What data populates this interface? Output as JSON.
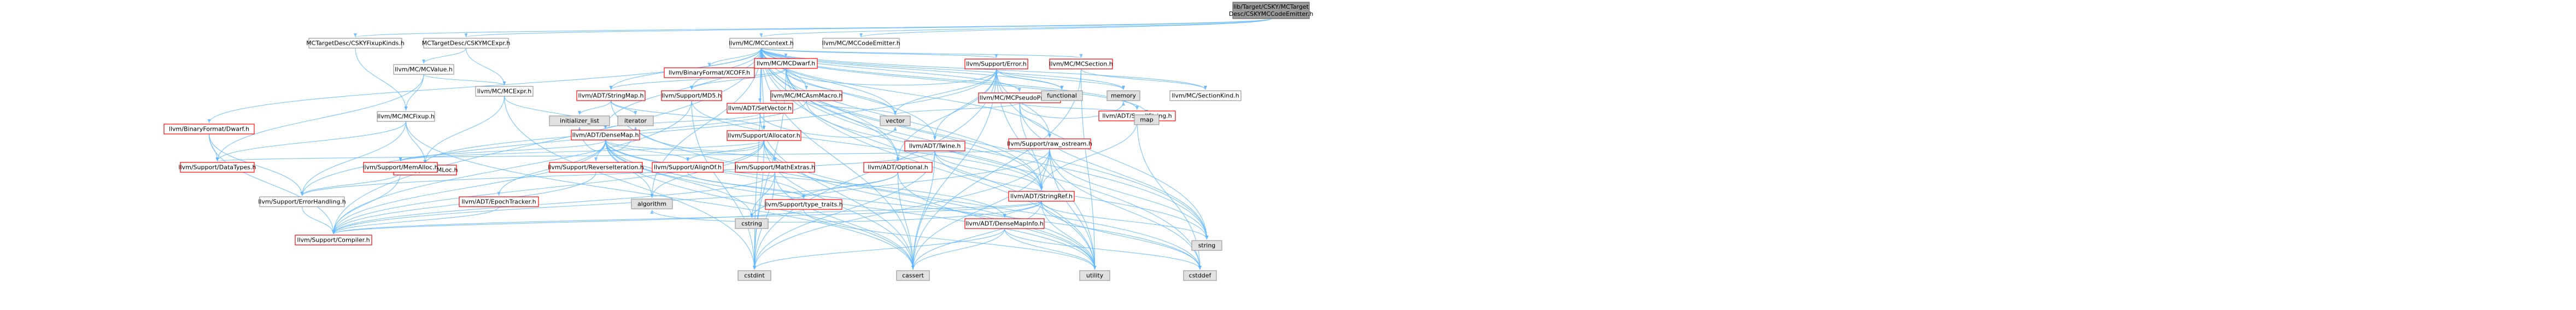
{
  "colors": {
    "root_fill": "#999999",
    "root_stroke": "#666666",
    "node_fill": "#ffffff",
    "node_stroke": "#999999",
    "trunc_stroke": "#ff0000",
    "sys_fill": "#e0e0e0",
    "edge": "#63b8ff",
    "text": "#000000",
    "red_text": "#ff0000"
  },
  "nodes": [
    {
      "id": "root",
      "kind": "root",
      "lines": [
        "lib/Target/CSKY/MCTarget",
        "Desc/CSKYMCCodeEmitter.h"
      ]
    },
    {
      "id": "fixupkinds",
      "kind": "normal",
      "lines": [
        "MCTargetDesc/CSKYFixupKinds.h"
      ]
    },
    {
      "id": "csky_mcexpr",
      "kind": "normal",
      "lines": [
        "MCTargetDesc/CSKYMCExpr.h"
      ]
    },
    {
      "id": "mccontext",
      "kind": "normal",
      "lines": [
        "llvm/MC/MCContext.h"
      ]
    },
    {
      "id": "mccodeemitter",
      "kind": "normal",
      "lines": [
        "llvm/MC/MCCodeEmitter.h"
      ]
    },
    {
      "id": "mcvalue",
      "kind": "normal",
      "lines": [
        "llvm/MC/MCValue.h"
      ]
    },
    {
      "id": "mcexpr",
      "kind": "normal",
      "lines": [
        "llvm/MC/MCExpr.h"
      ]
    },
    {
      "id": "mcfixup",
      "kind": "normal",
      "lines": [
        "llvm/MC/MCFixup.h"
      ]
    },
    {
      "id": "binformat_dwarf",
      "kind": "trunc",
      "lines": [
        "llvm/BinaryFormat/Dwarf.h"
      ]
    },
    {
      "id": "binformat_xcoff",
      "kind": "trunc",
      "lines": [
        "llvm/BinaryFormat/XCOFF.h"
      ]
    },
    {
      "id": "mcdwarf",
      "kind": "trunc",
      "lines": [
        "llvm/MC/MCDwarf.h"
      ]
    },
    {
      "id": "mcasmmacro",
      "kind": "trunc",
      "lines": [
        "llvm/MC/MCAsmMacro.h"
      ]
    },
    {
      "id": "mcpseudoprobe",
      "kind": "trunc",
      "lines": [
        "llvm/MC/MCPseudoProbe.h"
      ]
    },
    {
      "id": "mcsection",
      "kind": "trunc",
      "lines": [
        "llvm/MC/MCSection.h"
      ]
    },
    {
      "id": "sectionkind",
      "kind": "normal",
      "lines": [
        "llvm/MC/SectionKind.h"
      ]
    },
    {
      "id": "stringmap",
      "kind": "trunc",
      "lines": [
        "llvm/ADT/StringMap.h"
      ]
    },
    {
      "id": "setvector",
      "kind": "trunc",
      "lines": [
        "llvm/ADT/SetVector.h"
      ]
    },
    {
      "id": "md5",
      "kind": "trunc",
      "lines": [
        "llvm/Support/MD5.h"
      ]
    },
    {
      "id": "error",
      "kind": "trunc",
      "lines": [
        "llvm/Support/Error.h"
      ]
    },
    {
      "id": "smallstring",
      "kind": "trunc",
      "lines": [
        "llvm/ADT/SmallString.h"
      ]
    },
    {
      "id": "densemap",
      "kind": "trunc",
      "lines": [
        "llvm/ADT/DenseMap.h"
      ]
    },
    {
      "id": "allocator",
      "kind": "trunc",
      "lines": [
        "llvm/Support/Allocator.h"
      ]
    },
    {
      "id": "twine",
      "kind": "trunc",
      "lines": [
        "llvm/ADT/Twine.h"
      ]
    },
    {
      "id": "raw_ostream",
      "kind": "trunc",
      "lines": [
        "llvm/Support/raw_ostream.h"
      ]
    },
    {
      "id": "datatypes",
      "kind": "trunc",
      "lines": [
        "llvm/Support/DataTypes.h"
      ]
    },
    {
      "id": "smloc",
      "kind": "trunc",
      "lines": [
        "llvm/Support/SMLoc.h"
      ]
    },
    {
      "id": "memalloc",
      "kind": "trunc",
      "lines": [
        "llvm/Support/MemAlloc.h"
      ]
    },
    {
      "id": "errorhandling",
      "kind": "normal",
      "lines": [
        "llvm/Support/ErrorHandling.h"
      ]
    },
    {
      "id": "compiler",
      "kind": "trunc",
      "lines": [
        "llvm/Support/Compiler.h"
      ]
    },
    {
      "id": "epochtracker",
      "kind": "trunc",
      "lines": [
        "llvm/ADT/EpochTracker.h"
      ]
    },
    {
      "id": "reverseiteration",
      "kind": "trunc",
      "lines": [
        "llvm/Support/ReverseIteration.h"
      ]
    },
    {
      "id": "alignof",
      "kind": "trunc",
      "lines": [
        "llvm/Support/AlignOf.h"
      ]
    },
    {
      "id": "mathextras",
      "kind": "trunc",
      "lines": [
        "llvm/Support/MathExtras.h"
      ]
    },
    {
      "id": "typetraits",
      "kind": "trunc",
      "lines": [
        "llvm/Support/type_traits.h"
      ]
    },
    {
      "id": "optional",
      "kind": "trunc",
      "lines": [
        "llvm/ADT/Optional.h"
      ]
    },
    {
      "id": "stringref",
      "kind": "trunc",
      "lines": [
        "llvm/ADT/StringRef.h"
      ]
    },
    {
      "id": "densemapinfo",
      "kind": "trunc",
      "lines": [
        "llvm/ADT/DenseMapInfo.h"
      ]
    },
    {
      "id": "initializer_list",
      "kind": "sys",
      "lines": [
        "initializer_list"
      ]
    },
    {
      "id": "iterator",
      "kind": "sys",
      "lines": [
        "iterator"
      ]
    },
    {
      "id": "algorithm",
      "kind": "sys",
      "lines": [
        "algorithm"
      ]
    },
    {
      "id": "cstring",
      "kind": "sys",
      "lines": [
        "cstring"
      ]
    },
    {
      "id": "cstdint",
      "kind": "sys",
      "lines": [
        "cstdint"
      ]
    },
    {
      "id": "cassert",
      "kind": "sys",
      "lines": [
        "cassert"
      ]
    },
    {
      "id": "utility",
      "kind": "sys",
      "lines": [
        "utility"
      ]
    },
    {
      "id": "cstddef",
      "kind": "sys",
      "lines": [
        "cstddef"
      ]
    },
    {
      "id": "string",
      "kind": "sys",
      "lines": [
        "string"
      ]
    },
    {
      "id": "vector",
      "kind": "sys",
      "lines": [
        "vector"
      ]
    },
    {
      "id": "functional",
      "kind": "sys",
      "lines": [
        "functional"
      ]
    },
    {
      "id": "memory",
      "kind": "sys",
      "lines": [
        "memory"
      ]
    },
    {
      "id": "map",
      "kind": "sys",
      "lines": [
        "map"
      ]
    }
  ],
  "edges": [
    [
      "root",
      "fixupkinds"
    ],
    [
      "root",
      "csky_mcexpr"
    ],
    [
      "root",
      "mccontext"
    ],
    [
      "root",
      "mccodeemitter"
    ],
    [
      "fixupkinds",
      "mcfixup"
    ],
    [
      "csky_mcexpr",
      "mcexpr"
    ],
    [
      "csky_mcexpr",
      "mcvalue"
    ],
    [
      "mcvalue",
      "mcexpr"
    ],
    [
      "mcvalue",
      "mcfixup"
    ],
    [
      "mcvalue",
      "datatypes"
    ],
    [
      "mcexpr",
      "densemap"
    ],
    [
      "mcexpr",
      "smloc"
    ],
    [
      "mcexpr",
      "cstdint"
    ],
    [
      "mcfixup",
      "datatypes"
    ],
    [
      "mcfixup",
      "errorhandling"
    ],
    [
      "mcfixup",
      "smloc"
    ],
    [
      "mcfixup",
      "cassert"
    ],
    [
      "mccontext",
      "binformat_dwarf"
    ],
    [
      "mccontext",
      "binformat_xcoff"
    ],
    [
      "mccontext",
      "mcdwarf"
    ],
    [
      "mccontext",
      "mcasmmacro"
    ],
    [
      "mccontext",
      "mcpseudoprobe"
    ],
    [
      "mccontext",
      "mcsection"
    ],
    [
      "mccontext",
      "sectionkind"
    ],
    [
      "mccontext",
      "stringmap"
    ],
    [
      "mccontext",
      "setvector"
    ],
    [
      "mccontext",
      "md5"
    ],
    [
      "mccontext",
      "error"
    ],
    [
      "mccontext",
      "smallstring"
    ],
    [
      "mccontext",
      "densemap"
    ],
    [
      "mccontext",
      "allocator"
    ],
    [
      "mccontext",
      "twine"
    ],
    [
      "mccontext",
      "raw_ostream"
    ],
    [
      "mccontext",
      "optional"
    ],
    [
      "mccontext",
      "stringref"
    ],
    [
      "mccontext",
      "compiler"
    ],
    [
      "mccontext",
      "vector"
    ],
    [
      "mccontext",
      "functional"
    ],
    [
      "mccontext",
      "memory"
    ],
    [
      "mccontext",
      "map"
    ],
    [
      "mccontext",
      "string"
    ],
    [
      "mccontext",
      "utility"
    ],
    [
      "mccontext",
      "cstddef"
    ],
    [
      "mccontext",
      "cstdint"
    ],
    [
      "mccontext",
      "algorithm"
    ],
    [
      "mccontext",
      "cassert"
    ],
    [
      "binformat_dwarf",
      "datatypes"
    ],
    [
      "binformat_dwarf",
      "errorhandling"
    ],
    [
      "binformat_dwarf",
      "compiler"
    ],
    [
      "mcdwarf",
      "stringmap"
    ],
    [
      "mcdwarf",
      "md5"
    ],
    [
      "mcdwarf",
      "error"
    ],
    [
      "mcdwarf",
      "optional"
    ],
    [
      "mcdwarf",
      "stringref"
    ],
    [
      "mcdwarf",
      "vector"
    ],
    [
      "mcdwarf",
      "string"
    ],
    [
      "mcdwarf",
      "utility"
    ],
    [
      "mcdwarf",
      "cstdint"
    ],
    [
      "mcasmmacro",
      "stringref"
    ],
    [
      "mcasmmacro",
      "smloc"
    ],
    [
      "mcasmmacro",
      "vector"
    ],
    [
      "mcpseudoprobe",
      "stringref"
    ],
    [
      "mcpseudoprobe",
      "memory"
    ],
    [
      "mcpseudoprobe",
      "map"
    ],
    [
      "mcpseudoprobe",
      "string"
    ],
    [
      "mcpseudoprobe",
      "vector"
    ],
    [
      "mcsection",
      "sectionkind"
    ],
    [
      "mcsection",
      "cassert"
    ],
    [
      "mcsection",
      "utility"
    ],
    [
      "stringmap",
      "allocator"
    ],
    [
      "stringmap",
      "iterator"
    ],
    [
      "stringmap",
      "initializer_list"
    ],
    [
      "stringmap",
      "utility"
    ],
    [
      "setvector",
      "densemap"
    ],
    [
      "setvector",
      "vector"
    ],
    [
      "setvector",
      "cassert"
    ],
    [
      "md5",
      "stringref"
    ],
    [
      "md5",
      "cstdint"
    ],
    [
      "md5",
      "compiler"
    ],
    [
      "error",
      "twine"
    ],
    [
      "error",
      "raw_ostream"
    ],
    [
      "error",
      "optional"
    ],
    [
      "error",
      "errorhandling"
    ],
    [
      "error",
      "functional"
    ],
    [
      "error",
      "memory"
    ],
    [
      "error",
      "string"
    ],
    [
      "error",
      "vector"
    ],
    [
      "error",
      "cassert"
    ],
    [
      "error",
      "cstdint"
    ],
    [
      "error",
      "utility"
    ],
    [
      "smallstring",
      "stringref"
    ],
    [
      "smallstring",
      "cstddef"
    ],
    [
      "densemap",
      "densemapinfo"
    ],
    [
      "densemap",
      "epochtracker"
    ],
    [
      "densemap",
      "reverseiteration"
    ],
    [
      "densemap",
      "alignof"
    ],
    [
      "densemap",
      "mathextras"
    ],
    [
      "densemap",
      "memalloc"
    ],
    [
      "densemap",
      "compiler"
    ],
    [
      "densemap",
      "typetraits"
    ],
    [
      "densemap",
      "algorithm"
    ],
    [
      "densemap",
      "cassert"
    ],
    [
      "densemap",
      "cstddef"
    ],
    [
      "densemap",
      "cstring"
    ],
    [
      "densemap",
      "initializer_list"
    ],
    [
      "densemap",
      "iterator"
    ],
    [
      "densemap",
      "utility"
    ],
    [
      "allocator",
      "alignof"
    ],
    [
      "allocator",
      "mathextras"
    ],
    [
      "allocator",
      "memalloc"
    ],
    [
      "allocator",
      "compiler"
    ],
    [
      "allocator",
      "algorithm"
    ],
    [
      "allocator",
      "cassert"
    ],
    [
      "allocator",
      "cstddef"
    ],
    [
      "allocator",
      "cstdint"
    ],
    [
      "allocator",
      "iterator"
    ],
    [
      "allocator",
      "utility"
    ],
    [
      "twine",
      "stringref"
    ],
    [
      "twine",
      "errorhandling"
    ],
    [
      "twine",
      "cassert"
    ],
    [
      "twine",
      "cstdint"
    ],
    [
      "twine",
      "string"
    ],
    [
      "raw_ostream",
      "stringref"
    ],
    [
      "raw_ostream",
      "datatypes"
    ],
    [
      "raw_ostream",
      "cassert"
    ],
    [
      "raw_ostream",
      "cstddef"
    ],
    [
      "raw_ostream",
      "cstdint"
    ],
    [
      "raw_ostream",
      "cstring"
    ],
    [
      "raw_ostream",
      "string"
    ],
    [
      "raw_ostream",
      "utility"
    ],
    [
      "memalloc",
      "errorhandling"
    ],
    [
      "memalloc",
      "compiler"
    ],
    [
      "memalloc",
      "cstdlib_placeholder"
    ],
    [
      "errorhandling",
      "compiler"
    ],
    [
      "epochtracker",
      "compiler"
    ],
    [
      "reverseiteration",
      "compiler"
    ],
    [
      "mathextras",
      "compiler"
    ],
    [
      "mathextras",
      "cassert"
    ],
    [
      "mathextras",
      "cstdint"
    ],
    [
      "mathextras",
      "cstring"
    ],
    [
      "typetraits",
      "compiler"
    ],
    [
      "typetraits",
      "utility"
    ],
    [
      "optional",
      "compiler"
    ],
    [
      "optional",
      "typetraits"
    ],
    [
      "optional",
      "cassert"
    ],
    [
      "optional",
      "utility"
    ],
    [
      "stringref",
      "densemapinfo"
    ],
    [
      "stringref",
      "compiler"
    ],
    [
      "stringref",
      "algorithm"
    ],
    [
      "stringref",
      "cassert"
    ],
    [
      "stringref",
      "cstddef"
    ],
    [
      "stringref",
      "cstring"
    ],
    [
      "stringref",
      "string"
    ],
    [
      "stringref",
      "utility"
    ],
    [
      "densemapinfo",
      "cassert"
    ],
    [
      "densemapinfo",
      "cstddef"
    ],
    [
      "densemapinfo",
      "cstdint"
    ],
    [
      "densemapinfo",
      "utility"
    ],
    [
      "alignof",
      "typetraits"
    ]
  ]
}
